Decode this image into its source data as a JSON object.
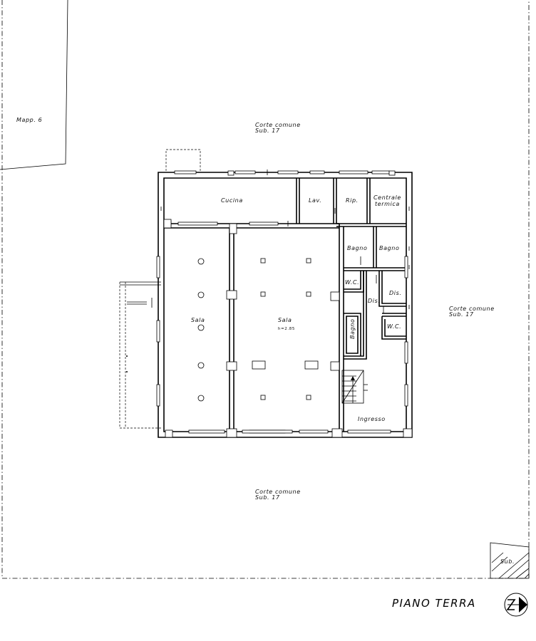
{
  "plan": {
    "title": "PIANO TERRA",
    "mappale": "Mapp. 6",
    "corte_top": {
      "line1": "Corte comune",
      "line2": "Sub. 17"
    },
    "corte_right": {
      "line1": "Corte comune",
      "line2": "Sub. 17"
    },
    "corte_bottom": {
      "line1": "Corte comune",
      "line2": "Sub. 17"
    },
    "sub_label": "Sub.",
    "rooms": {
      "cucina": "Cucina",
      "lav": "Lav.",
      "rip": "Rip.",
      "centrale_1": "Centrale",
      "centrale_2": "termica",
      "bagno_1": "Bagno",
      "bagno_2": "Bagno",
      "bagno_3": "Bagno",
      "wc_1": "W.C.",
      "wc_2": "W.C.",
      "dis_1": "Dis.",
      "dis_2": "Dis.",
      "sala_1": "Sala",
      "sala_2": "Sala",
      "height": "h=2.85",
      "ingresso": "Ingresso"
    },
    "north_icon": "north-arrow-icon"
  }
}
